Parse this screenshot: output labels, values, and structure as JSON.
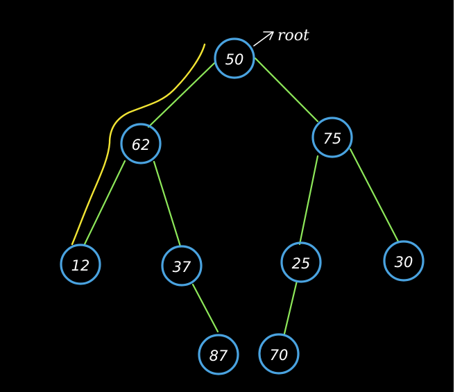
{
  "diagram": {
    "root_annotation": "root",
    "nodes": [
      {
        "id": "n50",
        "label": "50"
      },
      {
        "id": "n62",
        "label": "62"
      },
      {
        "id": "n75",
        "label": "75"
      },
      {
        "id": "n12",
        "label": "12"
      },
      {
        "id": "n37",
        "label": "37"
      },
      {
        "id": "n25",
        "label": "25"
      },
      {
        "id": "n30",
        "label": "30"
      },
      {
        "id": "n87",
        "label": "87"
      },
      {
        "id": "n70",
        "label": "70"
      }
    ],
    "edges": [
      {
        "from": "50",
        "to": "62"
      },
      {
        "from": "50",
        "to": "75"
      },
      {
        "from": "62",
        "to": "12"
      },
      {
        "from": "62",
        "to": "37"
      },
      {
        "from": "75",
        "to": "25"
      },
      {
        "from": "75",
        "to": "30"
      },
      {
        "from": "37",
        "to": "87"
      },
      {
        "from": "25",
        "to": "70"
      }
    ],
    "colors": {
      "background": "#000000",
      "node_stroke": "#4aa3e0",
      "edge": "#8ee85a",
      "highlight_path": "#f2e534",
      "text": "#ffffff"
    }
  }
}
